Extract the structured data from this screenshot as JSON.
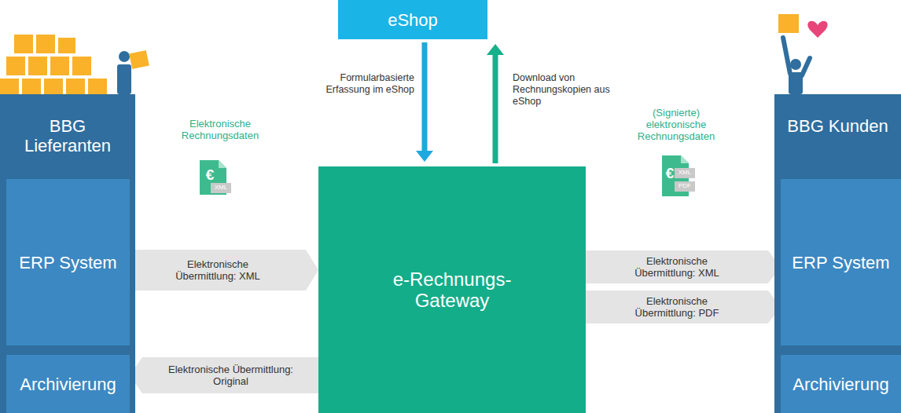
{
  "diagram": {
    "nodes": [
      {
        "text": [
          "BBG Lieferanten"
        ]
      },
      {
        "text": [
          "ERP System"
        ],
        "in": 0
      },
      {
        "text": [
          "Archivierung"
        ],
        "in": 0
      },
      {
        "text": [
          "eShop"
        ]
      },
      {
        "text": [
          "e-Rechnungs- Gateway"
        ]
      },
      {
        "text": [
          "BBG Kunden"
        ]
      },
      {
        "text": [
          "ERP System"
        ],
        "in": 5
      },
      {
        "text": [
          "Archivierung"
        ],
        "in": 5
      }
    ],
    "edges": [
      {
        "from": 1,
        "to": 4,
        "label": "Elektronische Übermittlung: XML",
        "arrow": "to"
      },
      {
        "from": 4,
        "to": 2,
        "label": "Elektronische Übermittlung: Original",
        "arrow": "to"
      },
      {
        "from": 3,
        "to": 4,
        "label": "Formularbasierte Erfassung im eShop",
        "arrow": "to"
      },
      {
        "from": 4,
        "to": 3,
        "label": "Download von Rechnungskopien aus eShop",
        "arrow": "to"
      },
      {
        "from": 4,
        "to": 6,
        "label": "Elektronische Übermittlung: XML",
        "arrow": "to"
      },
      {
        "from": 4,
        "to": 6,
        "label": "Elektronische Übermittlung: PDF",
        "arrow": "to"
      }
    ],
    "labels": [
      "Elektronische Rechnungsdaten",
      "(Signierte) elektronische Rechnungsdaten",
      "€",
      "XML",
      "€",
      "XML",
      "PDF"
    ]
  }
}
